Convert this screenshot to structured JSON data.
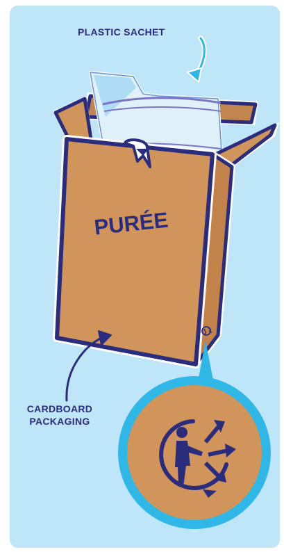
{
  "labels": {
    "plastic_sachet": "PLASTIC SACHET",
    "box_text": "PURÉE",
    "cardboard_line1": "CARDBOARD",
    "cardboard_line2": "PACKAGING"
  },
  "icons": {
    "recycle": "triman-recycling-icon"
  },
  "colors": {
    "background": "#bfe6f8",
    "navy": "#2a2d7e",
    "cardboard": "#d1945a",
    "cyan": "#2fb7e8",
    "white": "#ffffff"
  }
}
